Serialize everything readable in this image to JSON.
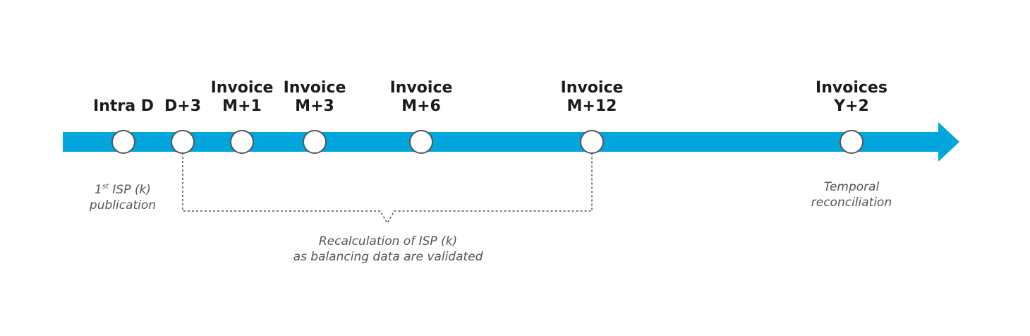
{
  "colors": {
    "arrow": "#00a6dc",
    "node_fill": "#ffffff",
    "node_stroke": "#555555",
    "bracket": "#555555"
  },
  "milestones": [
    {
      "line1": "",
      "line2": "Intra D"
    },
    {
      "line1": "",
      "line2": "D+3"
    },
    {
      "line1": "Invoice",
      "line2": "M+1"
    },
    {
      "line1": "Invoice",
      "line2": "M+3"
    },
    {
      "line1": "Invoice",
      "line2": "M+6"
    },
    {
      "line1": "Invoice",
      "line2": "M+12"
    },
    {
      "line1": "Invoices",
      "line2": "Y+2"
    }
  ],
  "notes": {
    "first_isp": {
      "superscript_number": "1",
      "superscript": "st",
      "line1_rest": " ISP (k)",
      "line2": "publication"
    },
    "recalculation": {
      "line1": "Recalculation of ISP (k)",
      "line2": "as balancing data are validated"
    },
    "temporal": {
      "line1": "Temporal",
      "line2": "reconciliation"
    }
  }
}
